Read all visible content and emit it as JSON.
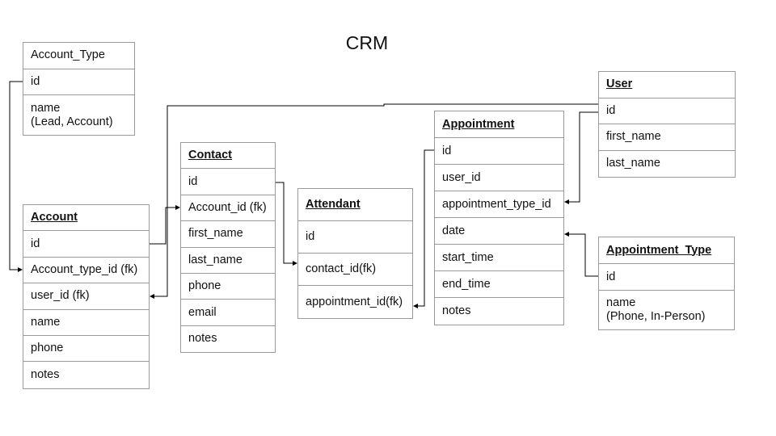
{
  "title": "CRM",
  "tables": {
    "account_type": {
      "name": "Account_Type",
      "name_bold": false,
      "fields": [
        "id",
        "name\n(Lead, Account)"
      ]
    },
    "account": {
      "name": "Account",
      "name_bold": true,
      "fields": [
        "id",
        "Account_type_id (fk)",
        "user_id (fk)",
        "name",
        "phone",
        "notes"
      ]
    },
    "contact": {
      "name": "Contact",
      "name_bold": true,
      "fields": [
        "id",
        "Account_id (fk)",
        "first_name",
        "last_name",
        "phone",
        "email",
        "notes"
      ]
    },
    "attendant": {
      "name": "Attendant",
      "name_bold": true,
      "fields": [
        "id",
        "contact_id(fk)",
        "appointment_id(fk)"
      ]
    },
    "appointment": {
      "name": "Appointment",
      "name_bold": true,
      "fields": [
        "id",
        "user_id",
        "appointment_type_id",
        "date",
        "start_time",
        "end_time",
        "notes"
      ]
    },
    "user": {
      "name": "User",
      "name_bold": true,
      "fields": [
        "id",
        "first_name",
        "last_name"
      ]
    },
    "appointment_type": {
      "name": "Appointment_Type",
      "name_bold": true,
      "fields": [
        "id",
        "name\n(Phone, In-Person)"
      ]
    }
  },
  "relationships": [
    {
      "from": "account_type.id",
      "to": "account.Account_type_id (fk)"
    },
    {
      "from": "account.id",
      "to": "contact.Account_id (fk)"
    },
    {
      "from": "user.id",
      "to": "account.user_id (fk)"
    },
    {
      "from": "contact.id",
      "to": "attendant.contact_id(fk)"
    },
    {
      "from": "appointment.id",
      "to": "attendant.appointment_id(fk)"
    },
    {
      "from": "user.id",
      "to": "appointment.appointment_type_id"
    },
    {
      "from": "appointment_type.id",
      "to": "appointment.date"
    }
  ]
}
